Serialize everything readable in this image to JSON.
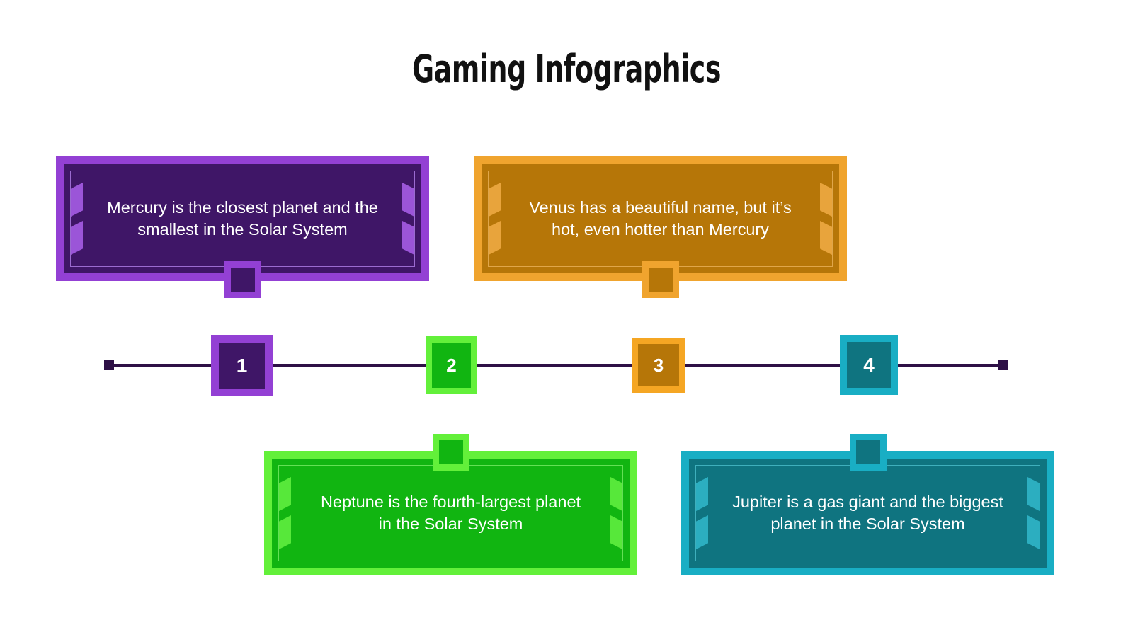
{
  "title": "Gaming Infographics",
  "theme": {
    "background": "#ffffff",
    "title_color": "#111111",
    "timeline_color": "#2E1046",
    "text_color": "#ffffff"
  },
  "timeline": {
    "line_color": "#2E1046",
    "markers": [
      {
        "number": "1",
        "border_color": "#9340D4",
        "fill_color": "#3F1667",
        "size": "large"
      },
      {
        "number": "2",
        "border_color": "#63F03A",
        "fill_color": "#11B511",
        "size": "small"
      },
      {
        "number": "3",
        "border_color": "#F5A623",
        "fill_color": "#B67608",
        "size": "small"
      },
      {
        "number": "4",
        "border_color": "#19AEC4",
        "fill_color": "#0F7480",
        "size": "large"
      }
    ]
  },
  "cards": [
    {
      "id": "mercury",
      "text": "Mercury is the closest planet and the smallest in the Solar System",
      "border_color": "#9340D4",
      "fill_color": "#3F1667",
      "accent_color": "#9B55D8",
      "outline_color": "#9B6BD0",
      "position": "top",
      "marker_number": "1"
    },
    {
      "id": "venus",
      "text": "Venus has a beautiful name, but it’s hot, even hotter than Mercury",
      "border_color": "#F0A42E",
      "fill_color": "#B67608",
      "accent_color": "#E8A43C",
      "outline_color": "#E0A64A",
      "position": "top",
      "marker_number": "3"
    },
    {
      "id": "neptune",
      "text": "Neptune is the fourth-largest planet in the Solar System",
      "border_color": "#63F03A",
      "fill_color": "#11B511",
      "accent_color": "#57E83A",
      "outline_color": "#63E055",
      "position": "bottom",
      "marker_number": "2"
    },
    {
      "id": "jupiter",
      "text": "Jupiter is a gas giant and the biggest planet in the Solar System",
      "border_color": "#19AEC4",
      "fill_color": "#0F7480",
      "accent_color": "#2CAEC0",
      "outline_color": "#3FAFBC",
      "position": "bottom",
      "marker_number": "4"
    }
  ]
}
